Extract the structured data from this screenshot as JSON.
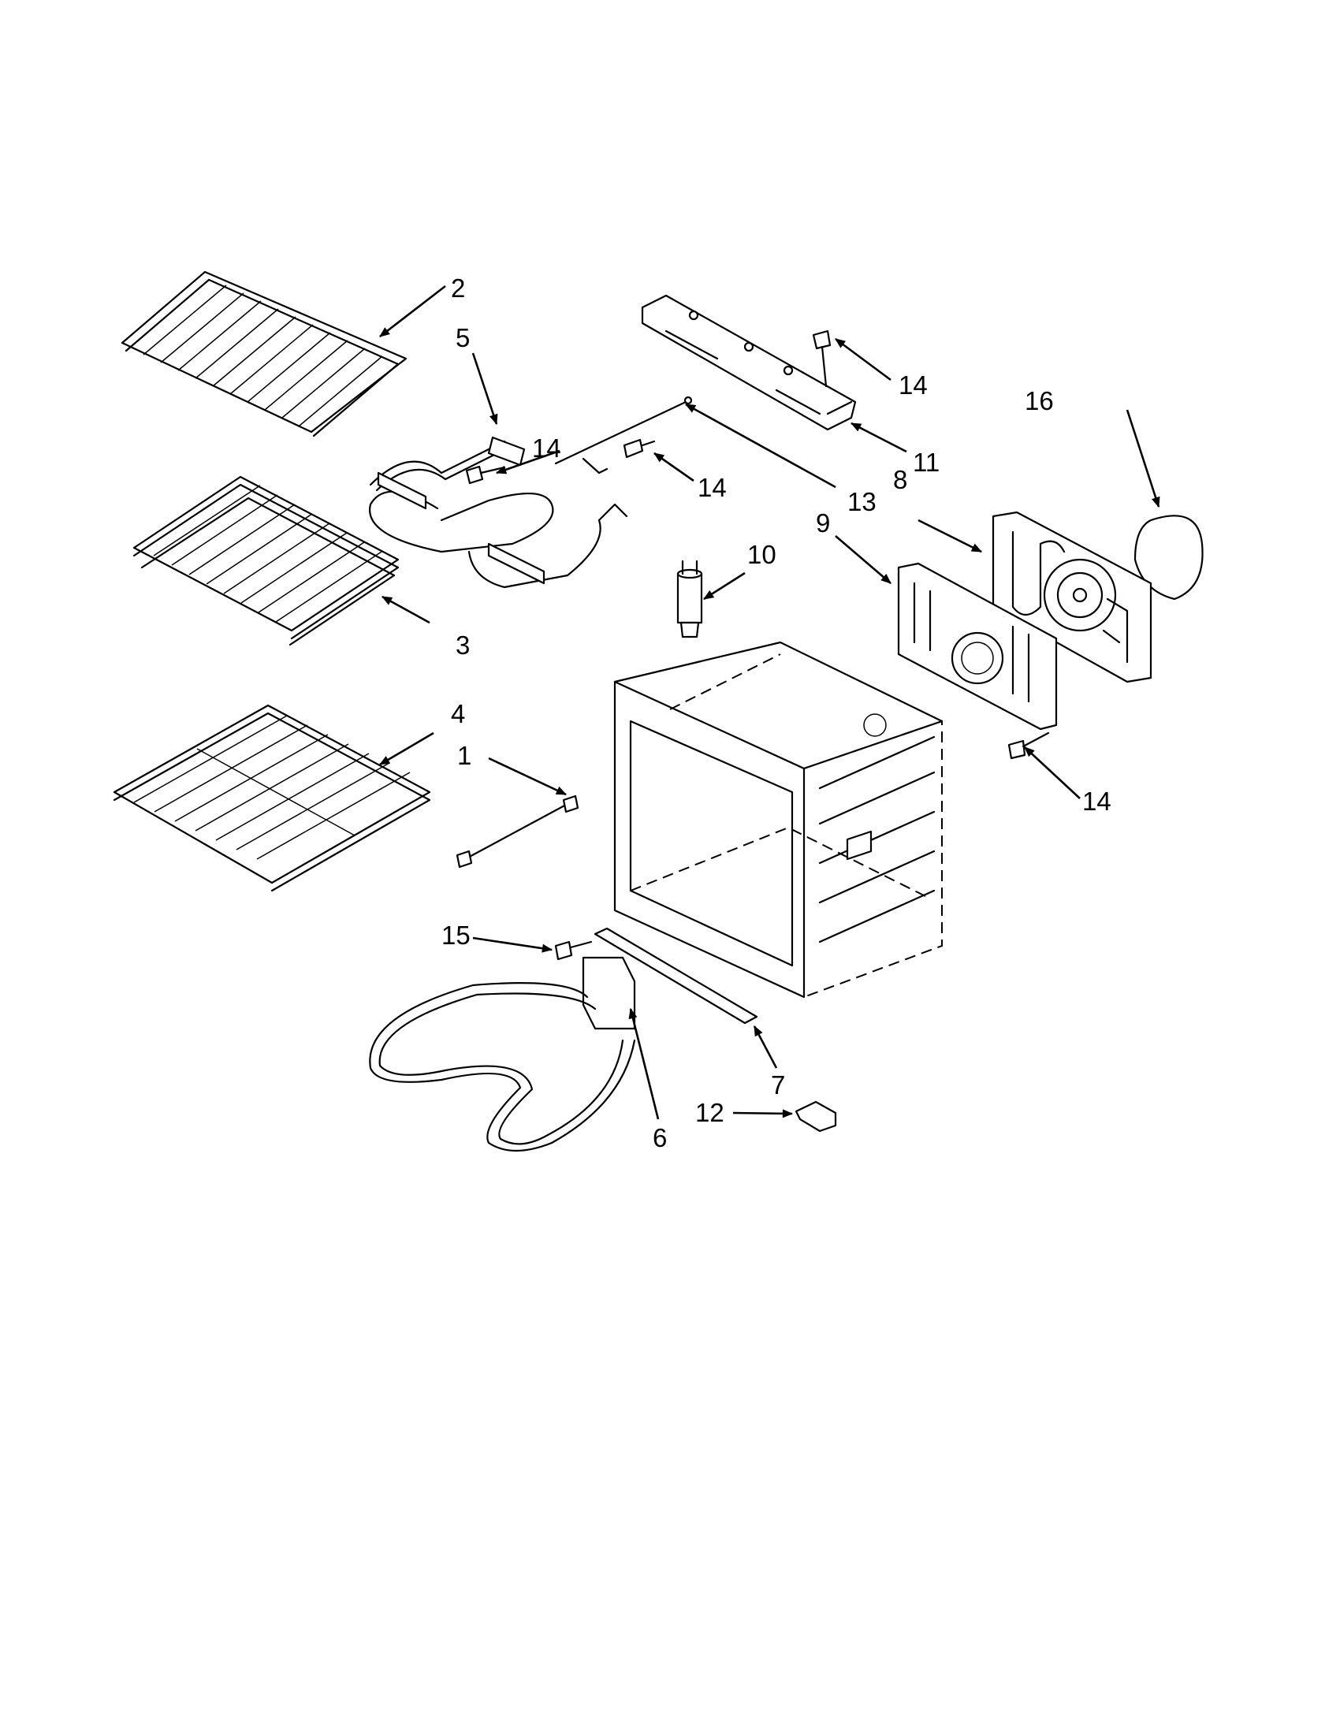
{
  "diagram": {
    "callouts": [
      {
        "id": "c1",
        "text": "1"
      },
      {
        "id": "c2",
        "text": "2"
      },
      {
        "id": "c3",
        "text": "3"
      },
      {
        "id": "c4",
        "text": "4"
      },
      {
        "id": "c5",
        "text": "5"
      },
      {
        "id": "c6",
        "text": "6"
      },
      {
        "id": "c7",
        "text": "7"
      },
      {
        "id": "c8",
        "text": "8"
      },
      {
        "id": "c9",
        "text": "9"
      },
      {
        "id": "c10",
        "text": "10"
      },
      {
        "id": "c11",
        "text": "11"
      },
      {
        "id": "c12",
        "text": "12"
      },
      {
        "id": "c13",
        "text": "13"
      },
      {
        "id": "c14a",
        "text": "14"
      },
      {
        "id": "c14b",
        "text": "14"
      },
      {
        "id": "c14c",
        "text": "14"
      },
      {
        "id": "c14d",
        "text": "14"
      },
      {
        "id": "c15",
        "text": "15"
      },
      {
        "id": "c16",
        "text": "16"
      }
    ]
  }
}
